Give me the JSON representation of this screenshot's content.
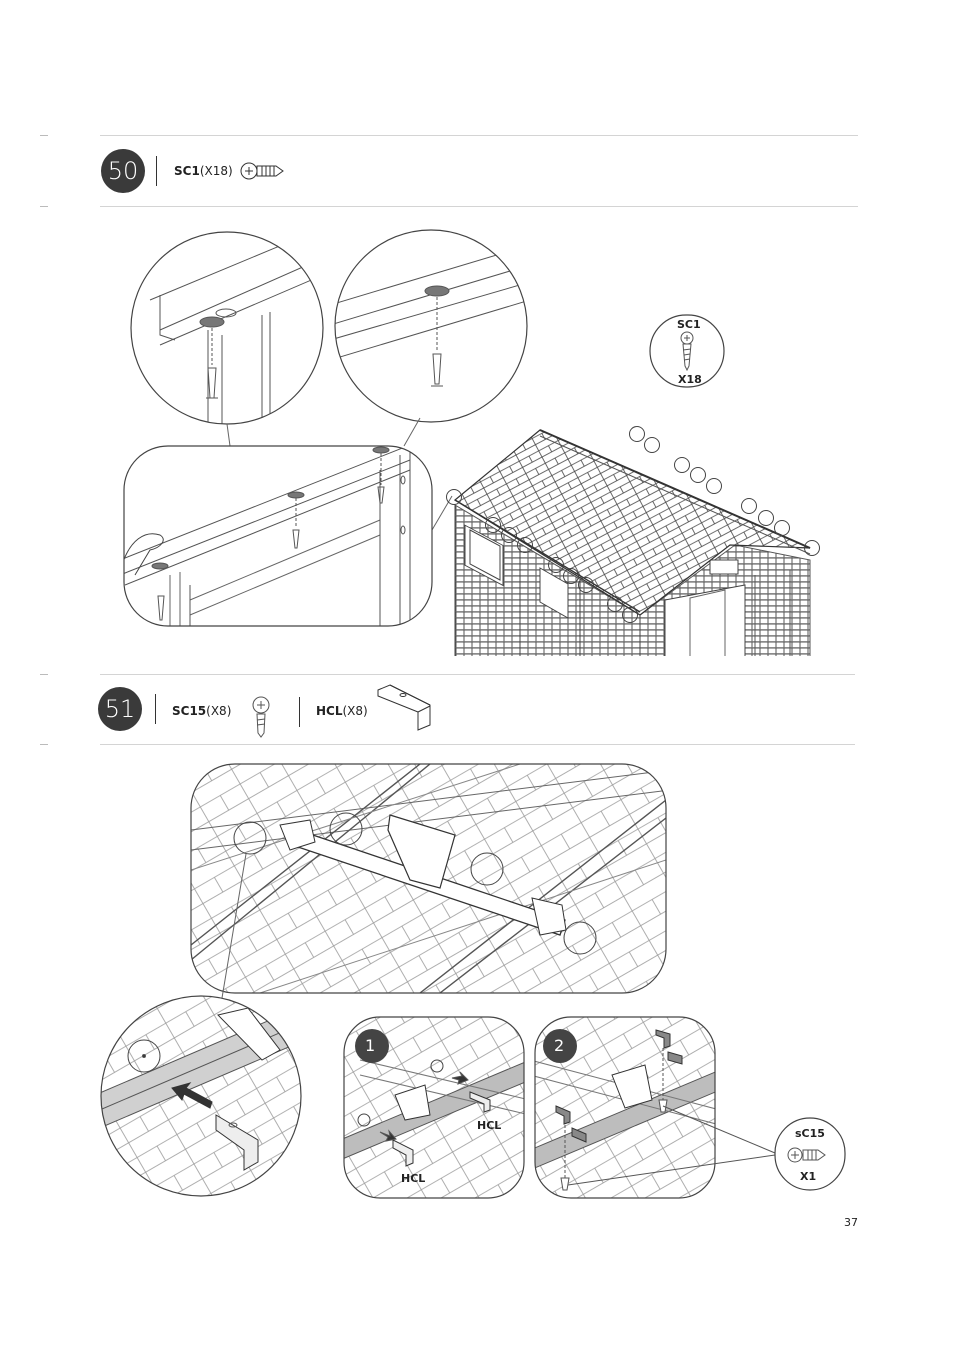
{
  "step50": {
    "number": "50",
    "part_code": "SC1",
    "part_qty": "(X18)",
    "callout_code": "SC1",
    "callout_qty": "X18"
  },
  "step51": {
    "number": "51",
    "part1_code": "SC15",
    "part1_qty": "(X8)",
    "part2_code": "HCL",
    "part2_qty": "(X8)",
    "sub1": "1",
    "sub2": "2",
    "hcl_label_a": "HCL",
    "hcl_label_b": "HCL",
    "callout_code": "sC15",
    "callout_qty": "X1"
  },
  "page_number": "37"
}
